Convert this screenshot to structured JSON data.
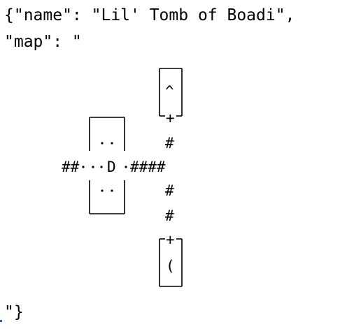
{
  "json_lines": {
    "line1": "{\"name\": \"Lil' Tomb of Boadi\",",
    "line2": "\"map\": \"",
    "line3": "\"}"
  },
  "map": {
    "room_top_symbol": "^",
    "room_bottom_symbol": "(",
    "door_symbol": "D",
    "corridor_symbol": "#",
    "door_top": "+",
    "door_bottom": "+",
    "row_main_left": "##",
    "row_main_right": "####"
  }
}
